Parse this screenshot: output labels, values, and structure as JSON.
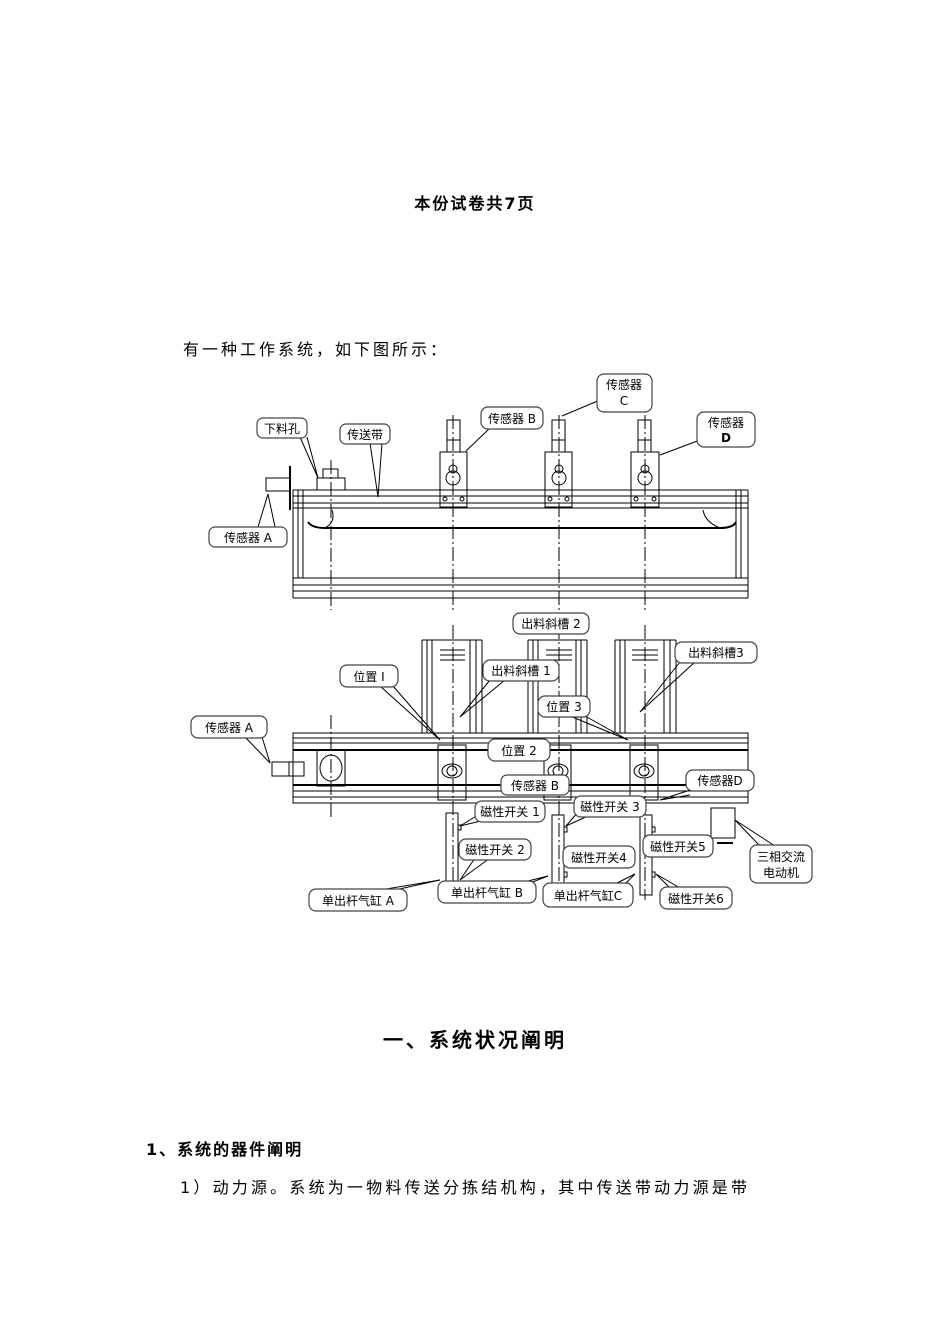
{
  "header": {
    "page_count_note": "本份试卷共7页"
  },
  "intro": "有一种工作系统，如下图所示：",
  "figure": {
    "top_view": {
      "sensor_c": [
        "传感器",
        "C"
      ],
      "sensor_b": "传感器 B",
      "sensor_d": [
        "传感器",
        "D"
      ],
      "feed_hole": "下料孔",
      "conveyor_belt": "传送带",
      "sensor_a": "传感器 A"
    },
    "bottom_view": {
      "chute_2": "出料斜槽 2",
      "chute_1": "出料斜槽 1",
      "chute_3": "出料斜槽3",
      "position_1": "位置 I",
      "position_3": "位置 3",
      "position_2": "位置 2",
      "sensor_a": "传感器 A",
      "sensor_b": "传感器 B",
      "sensor_d": "传感器D",
      "mag_switch_1": "磁性开关 1",
      "mag_switch_3": "磁性开关 3",
      "mag_switch_2": "磁性开关 2",
      "mag_switch_4": "磁性开关4",
      "mag_switch_5": "磁性开关5",
      "motor": [
        "三相交流",
        "电动机"
      ],
      "cylinder_a": "单出杆气缸 A",
      "cylinder_b": "单出杆气缸 B",
      "cylinder_c": "单出杆气缸C",
      "mag_switch_6": "磁性开关6"
    }
  },
  "section": {
    "heading": "一、系统状况阐明",
    "subheading": "1、系统的器件阐明",
    "paragraph_1": "1）动力源。系统为一物料传送分拣结机构，其中传送带动力源是带"
  }
}
